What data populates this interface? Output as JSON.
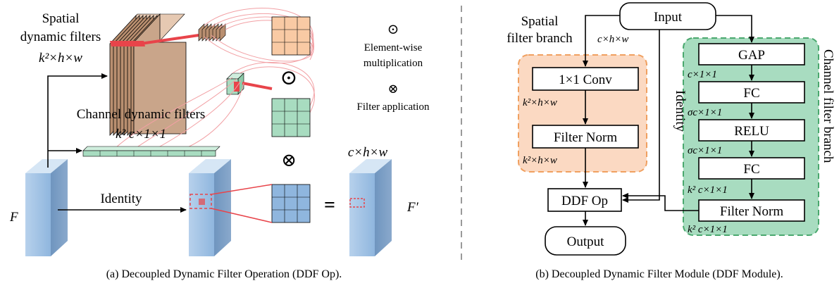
{
  "panel_a": {
    "caption": "(a)  Decoupled Dynamic Filter Operation (DDF Op).",
    "spatial_label_1": "Spatial",
    "spatial_label_2": "dynamic filters",
    "spatial_shape": "k²×h×w",
    "channel_label": "Channel dynamic filters",
    "channel_shape": "k² c×1×1",
    "identity_label": "Identity",
    "input_symbol": "F",
    "output_symbol": "F′",
    "output_shape": "c×h×w",
    "equals": "=",
    "legend_odot_symbol": "⊙",
    "legend_odot_line1": "Element-wise",
    "legend_odot_line2": "multiplication",
    "legend_otimes_symbol": "⊗",
    "legend_otimes_text": "Filter application",
    "op_odot": "⊙",
    "op_otimes": "⊗"
  },
  "panel_b": {
    "caption": "(b)  Decoupled Dynamic Filter Module (DDF Module).",
    "input": "Input",
    "spatial_branch_1": "Spatial",
    "spatial_branch_2": "filter branch",
    "input_shape": "c×h×w",
    "conv": "1×1 Conv",
    "conv_out": "k²×h×w",
    "filter_norm_spatial": "Filter Norm",
    "filter_norm_spatial_out": "k²×h×w",
    "identity": "Identity",
    "ddf_op": "DDF Op",
    "output": "Output",
    "gap": "GAP",
    "gap_out": "c×1×1",
    "fc1": "FC",
    "fc1_out": "σc×1×1",
    "relu": "RELU",
    "relu_out": "σc×1×1",
    "fc2": "FC",
    "fc2_out": "k² c×1×1",
    "filter_norm_channel": "Filter Norm",
    "filter_norm_channel_out": "k² c×1×1",
    "channel_branch": "Channel filter branch"
  },
  "colors": {
    "spatial_filter": "#c9a58a",
    "spatial_grid": "#f9caa4",
    "channel_grid": "#a8dcc0",
    "feature_map": "#8fb6de",
    "highlight_red": "#e8444a",
    "spatial_branch_fill": "#fbd9c2",
    "spatial_branch_border": "#f0a060",
    "channel_branch_fill": "#a8dcc0",
    "channel_branch_border": "#4aa86e"
  }
}
